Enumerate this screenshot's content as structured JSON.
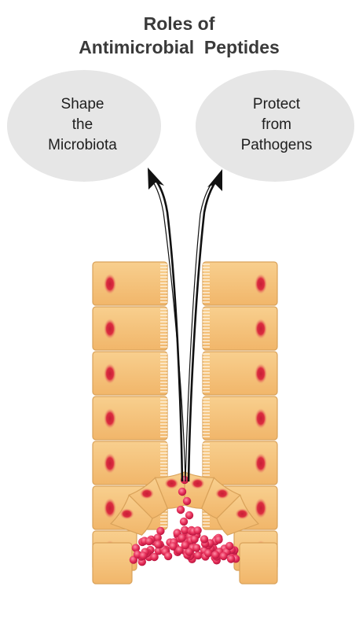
{
  "title": {
    "line1": "Roles of",
    "line2": "Antimicrobial  Peptides"
  },
  "roles": [
    {
      "lines": [
        "Shape",
        "the",
        "Microbiota"
      ]
    },
    {
      "lines": [
        "Protect",
        "from",
        "Pathogens"
      ]
    }
  ],
  "colors": {
    "bubble_fill": "#e6e6e6",
    "cell_fill": "#f6c47e",
    "cell_border": "#d9a25a",
    "brush_border": "#fff7ea",
    "nucleus": "#dc2d40",
    "nucleus_halo": "#f09a72",
    "granule": "#e52d57",
    "arrow": "#111111"
  }
}
